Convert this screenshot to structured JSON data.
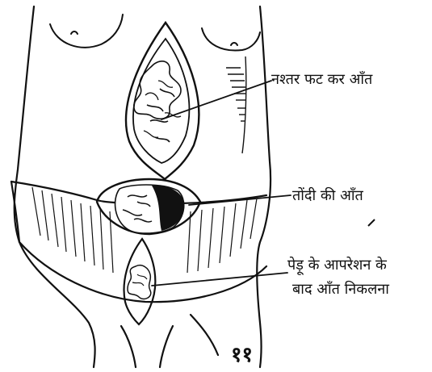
{
  "figure": {
    "labels": {
      "hernia_upper": "नश्तर फट कर आँत",
      "umbilical": "तोंदी की आँत",
      "lower_line1": "पेड़ू के आपरेशन के",
      "lower_line2": "बाद आँत निकलना"
    },
    "page_number": "११",
    "ink_color": "#111111"
  }
}
